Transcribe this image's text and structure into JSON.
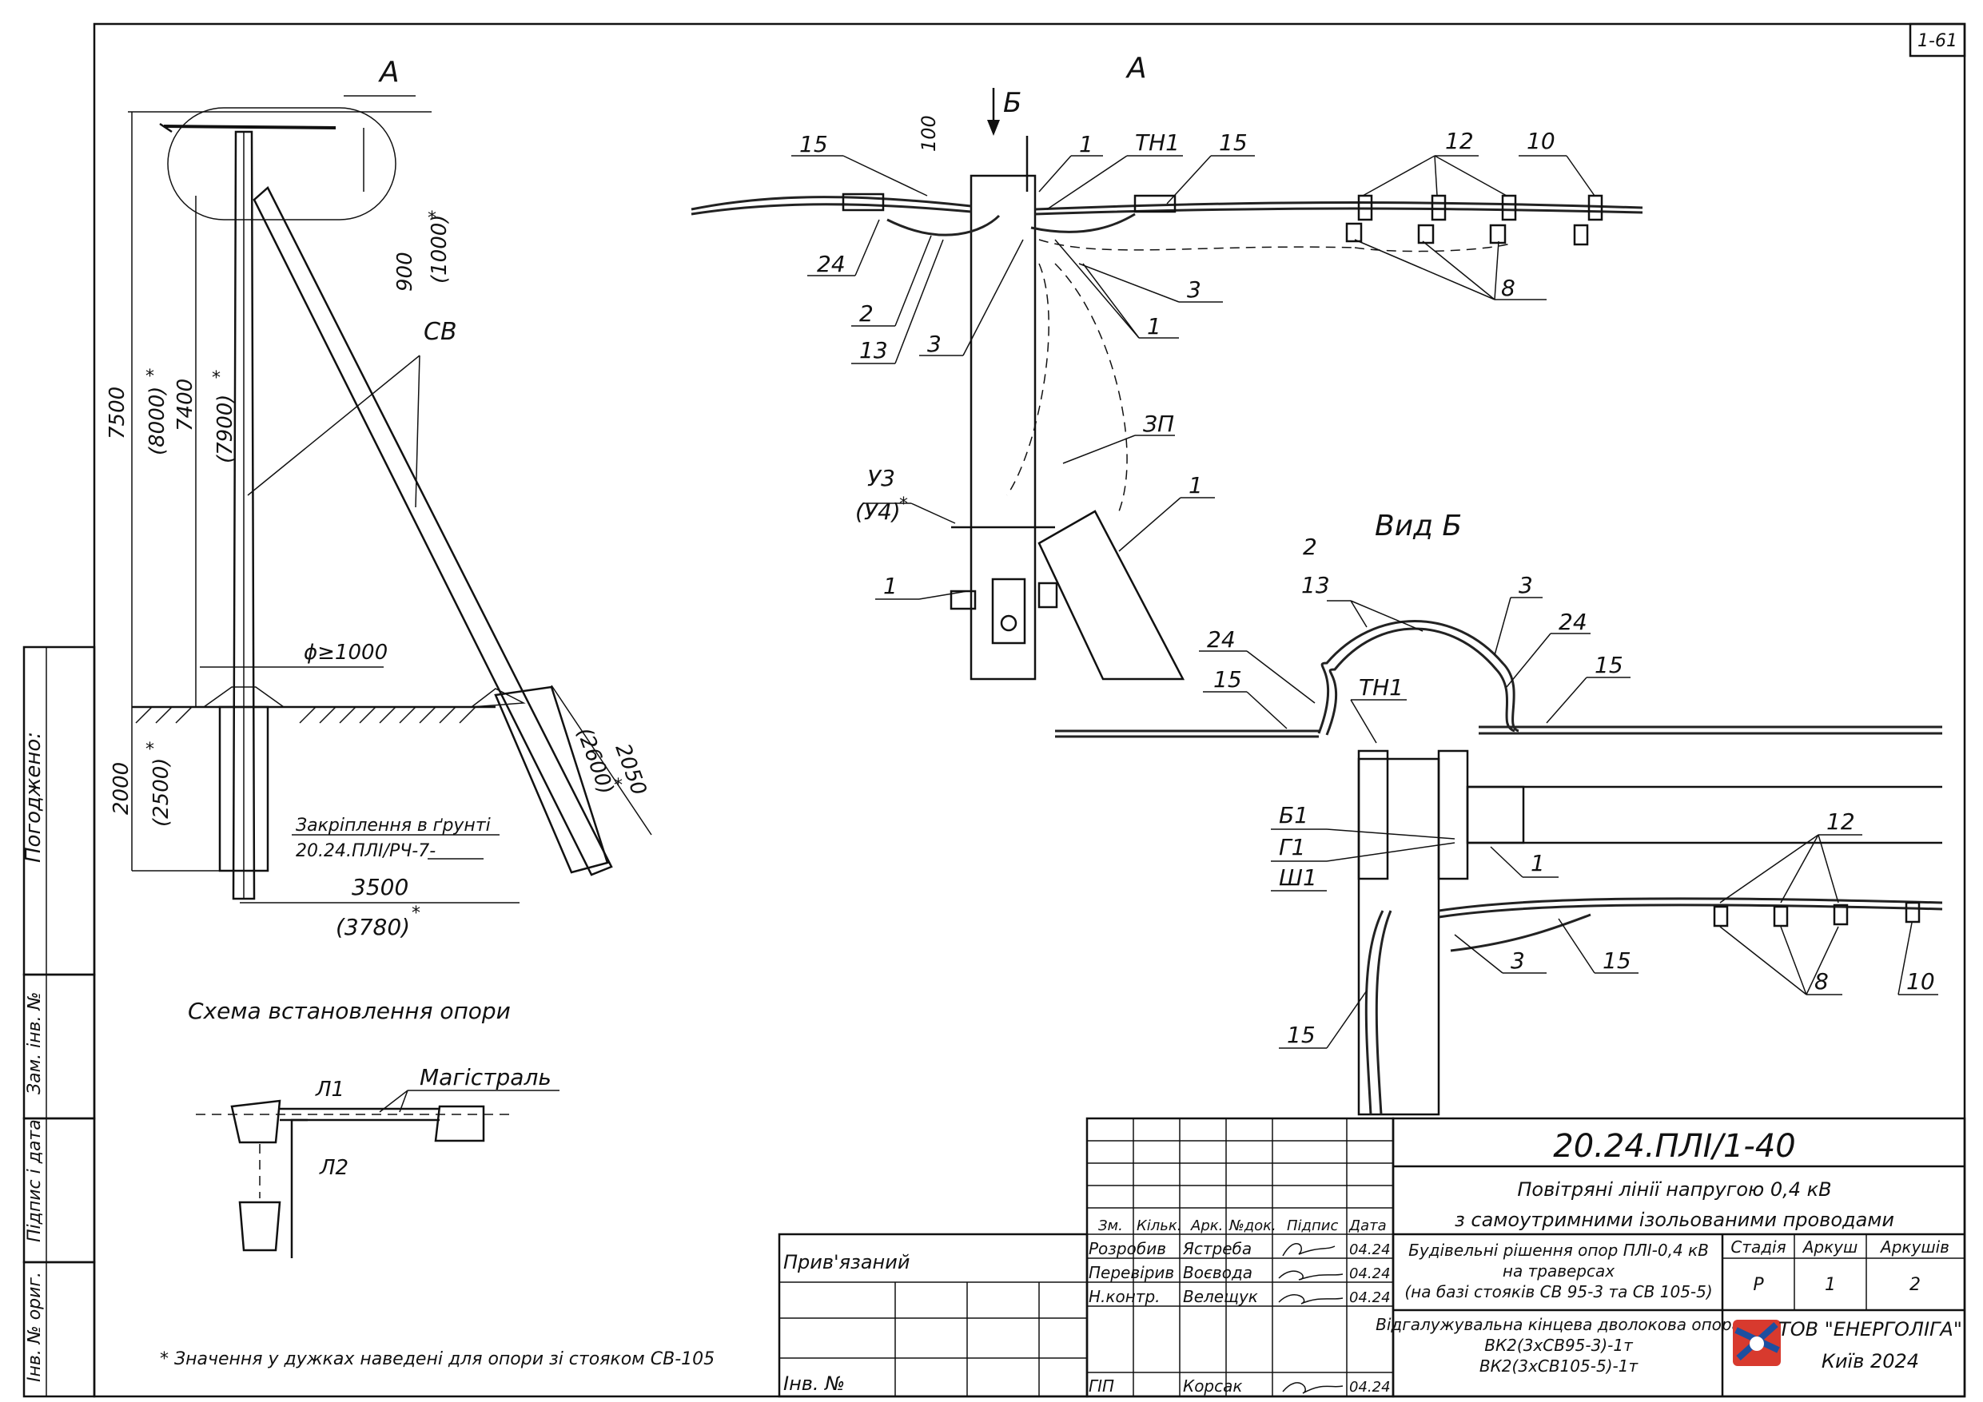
{
  "sheet": {
    "code": "1-61"
  },
  "schema": {
    "view_a_label": "А",
    "cb_label": "СВ",
    "dim_7500": "7500",
    "dim_8000": "(8000)",
    "dim_7400": "7400",
    "dim_7900": "(7900)",
    "dim_900": "900",
    "dim_1000": "(1000)",
    "dim_phi": "ϕ≥1000",
    "dim_2000": "2000",
    "dim_2500": "(2500)",
    "dim_3500": "3500",
    "dim_3780": "(3780)",
    "dim_2050": "2050",
    "dim_2600": "(2600)",
    "asterisk": "*",
    "fix_label": "Закріплення в ґрунті",
    "fix_code": "20.24.ПЛІ/РЧ-7-",
    "caption": "Схема встановлення опори"
  },
  "branch_scheme": {
    "main": "Магістраль",
    "l1": "Л1",
    "l2": "Л2"
  },
  "detail_a": {
    "title": "А",
    "arrow": "Б",
    "dim_100": "100",
    "labels": [
      "15",
      "1",
      "ТН1",
      "15",
      "12",
      "10",
      "24",
      "3",
      "8",
      "2",
      "13",
      "3",
      "1",
      "ЗП",
      "1",
      "У3",
      "(У4)",
      "1"
    ]
  },
  "view_b": {
    "title": "Вид Б",
    "labels": [
      "2",
      "13",
      "3",
      "24",
      "24",
      "15",
      "ТН1",
      "15",
      "Б1",
      "Г1",
      "Ш1",
      "1",
      "12",
      "3",
      "15",
      "8",
      "10",
      "15"
    ]
  },
  "left_strip": {
    "agreed": "Погоджено:",
    "zam": "Зам. інв. №",
    "sign": "Підпис і дата",
    "inv": "Інв. № ориг."
  },
  "footnote": "* Значення у дужках наведені для опори зі стояком СВ-105",
  "title_block": {
    "doc_code": "20.24.ПЛІ/1-40",
    "title1": "Повітряні лінії напругою 0,4 кВ",
    "title2": "з самоутримними ізольованими проводами",
    "section1": "Будівельні рішення опор ПЛІ-0,4 кВ",
    "section2": "на траверсах",
    "section3": "(на базі стояків СВ 95-3 та СВ 105-5)",
    "sheet_name1": "Відгалужувальна кінцева дволокова опора",
    "sheet_name2": "ВК2(3хСВ95-3)-1т",
    "sheet_name3": "ВК2(3хСВ105-5)-1т",
    "bound": "Прив'язаний",
    "inv_no": "Інв. №",
    "col_headers": [
      "Зм.",
      "Кільк.",
      "Арк.",
      "№док.",
      "Підпис",
      "Дата"
    ],
    "rows": [
      {
        "role": "Розробив",
        "name": "Ястреба",
        "date": "04.24"
      },
      {
        "role": "Перевірив",
        "name": "Воєвода",
        "date": "04.24"
      },
      {
        "role": "Н.контр.",
        "name": "Велещук",
        "date": "04.24"
      },
      {
        "role": "ГІП",
        "name": "Корсак",
        "date": "04.24"
      }
    ],
    "stage_h": "Стадія",
    "sheet_h": "Аркуш",
    "sheets_h": "Аркушів",
    "stage": "Р",
    "sheet": "1",
    "sheets": "2",
    "company": "ТОВ \"ЕНЕРГОЛІГА\"",
    "city": "Київ 2024"
  }
}
